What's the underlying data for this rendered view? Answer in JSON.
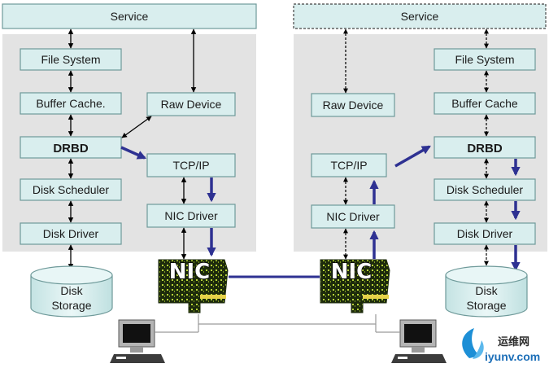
{
  "left_node": {
    "service": "Service",
    "file_system": "File System",
    "buffer_cache": "Buffer Cache.",
    "raw_device": "Raw Device",
    "drbd": "DRBD",
    "tcp_ip": "TCP/IP",
    "disk_scheduler": "Disk Scheduler",
    "nic_driver": "NIC Driver",
    "disk_driver": "Disk Driver",
    "nic": "NIC",
    "disk_storage_line1": "Disk",
    "disk_storage_line2": "Storage"
  },
  "right_node": {
    "service": "Service",
    "file_system": "File System",
    "raw_device": "Raw Device",
    "buffer_cache": "Buffer Cache",
    "drbd": "DRBD",
    "tcp_ip": "TCP/IP",
    "disk_scheduler": "Disk Scheduler",
    "nic_driver": "NIC Driver",
    "disk_driver": "Disk Driver",
    "nic": "NIC",
    "disk_storage_line1": "Disk",
    "disk_storage_line2": "Storage"
  },
  "watermark": {
    "line1": "运维网",
    "line2": "iyunv.com"
  },
  "colors": {
    "panel": "#e3e3e3",
    "box_fill": "#d9eeee",
    "box_border": "#6f9a9a",
    "data_arrow": "#2e3192",
    "control_arrow": "#000000",
    "nic_card": "#1d2b0c",
    "nic_chip": "#b8d43a"
  }
}
